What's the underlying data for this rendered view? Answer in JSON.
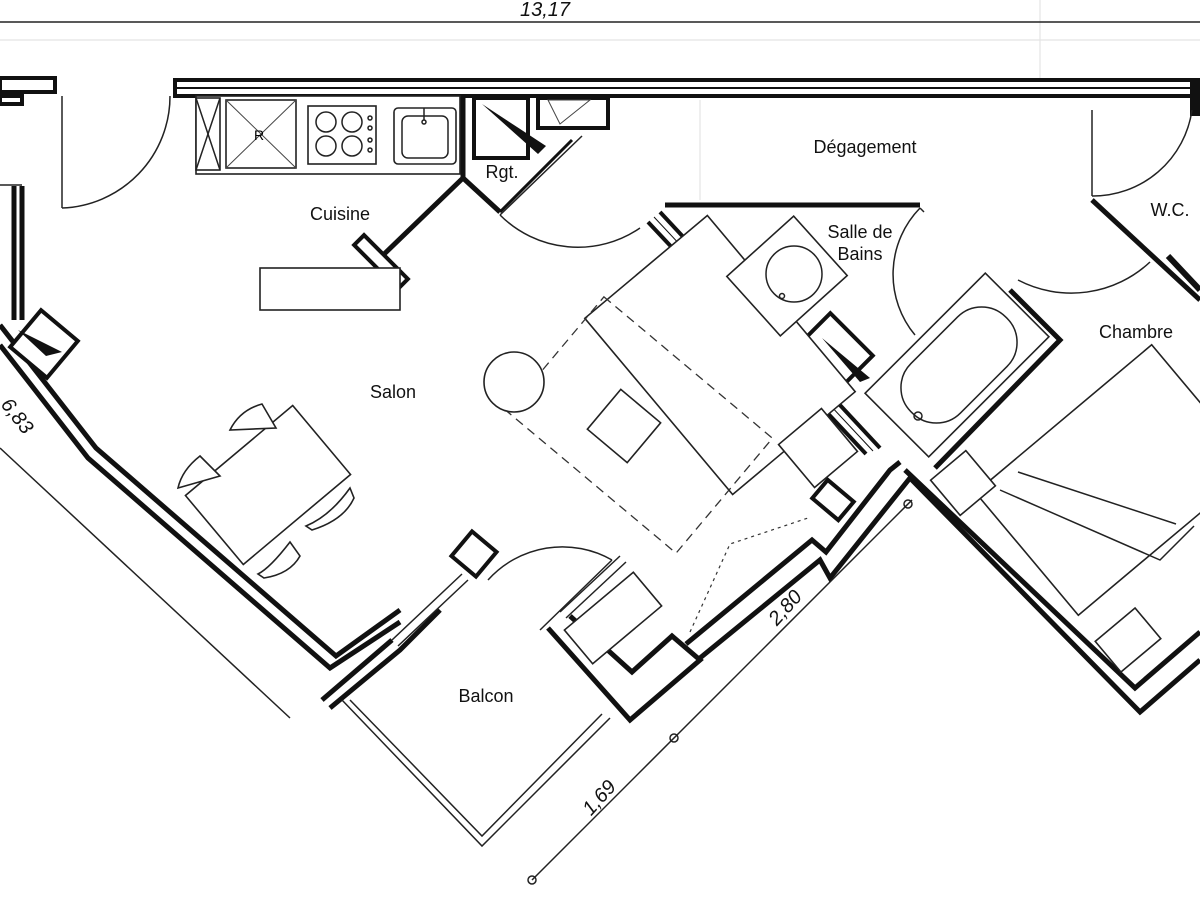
{
  "rooms": {
    "cuisine": "Cuisine",
    "rangement": "Rgt.",
    "degagement": "Dégagement",
    "salle_de_bains_line1": "Salle de",
    "salle_de_bains_line2": "Bains",
    "wc": "W.C.",
    "chambre": "Chambre",
    "salon": "Salon",
    "balcon": "Balcon"
  },
  "dimensions": {
    "total_width": "13,17",
    "left_side": "6,83",
    "facade_segment_1": "1,69",
    "facade_segment_2": "2,80"
  },
  "appliance_labels": {
    "fridge": "R"
  }
}
